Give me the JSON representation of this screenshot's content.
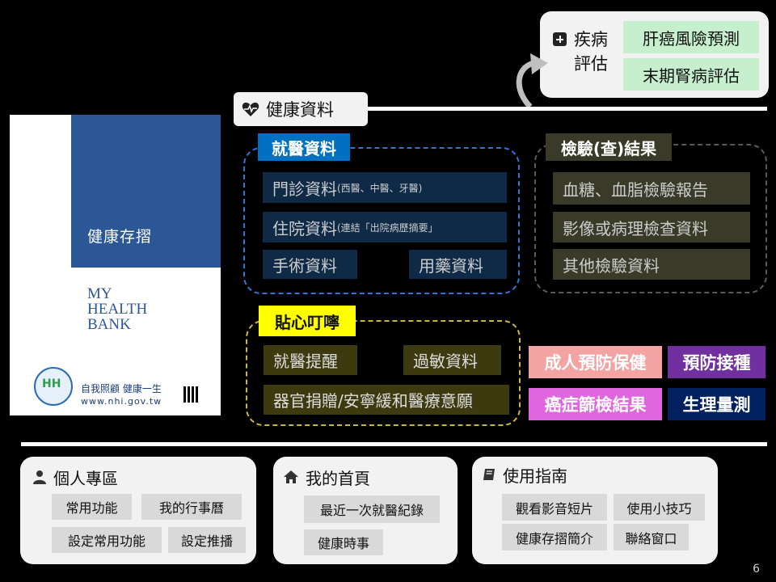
{
  "disease_assessment": {
    "label_line1": "疾病",
    "label_line2": "評估",
    "buttons": [
      "肝癌風險預測",
      "末期腎病評估"
    ],
    "button_color": "#c6efce"
  },
  "health_data": {
    "title": "健康資料"
  },
  "bank_book": {
    "title": "健康存摺",
    "english": "MY\nHEALTH\nBANK",
    "slogan": "自我照顧 健康一生",
    "url": "www.nhi.gov.tw",
    "brand_blue": "#2b5797"
  },
  "medical_records": {
    "title": "就醫資料",
    "title_color": "#0070c0",
    "items": [
      {
        "main": "門診資料",
        "sub": "(西醫、中醫、牙醫)"
      },
      {
        "main": "住院資料",
        "sub": "(連結「出院病歷摘要」"
      },
      {
        "main": "手術資料",
        "sub": ""
      },
      {
        "main": "用藥資料",
        "sub": ""
      }
    ]
  },
  "lab_results": {
    "title": "檢驗(查)結果",
    "items": [
      "血糖、血脂檢驗報告",
      "影像或病理檢查資料",
      "其他檢驗資料"
    ]
  },
  "reminders": {
    "title": "貼心叮嚀",
    "title_color": "#ffff00",
    "items": [
      "就醫提醒",
      "過敏資料",
      "器官捐贈/安寧緩和醫療意願"
    ]
  },
  "prevention": {
    "items": [
      {
        "label": "成人預防保健",
        "color": "#f4a3a3"
      },
      {
        "label": "預防接種",
        "color": "#7030a0"
      },
      {
        "label": "癌症篩檢結果",
        "color": "#e066e0"
      },
      {
        "label": "生理量測",
        "color": "#002060"
      }
    ]
  },
  "personal": {
    "title": "個人專區",
    "buttons": [
      "常用功能",
      "我的行事曆",
      "設定常用功能",
      "設定推播"
    ]
  },
  "homepage": {
    "title": "我的首頁",
    "buttons": [
      "最近一次就醫紀錄",
      "健康時事"
    ]
  },
  "guide": {
    "title": "使用指南",
    "buttons": [
      "觀看影音短片",
      "使用小技巧",
      "健康存摺簡介",
      "聯絡窗口"
    ]
  },
  "page_number": "6"
}
